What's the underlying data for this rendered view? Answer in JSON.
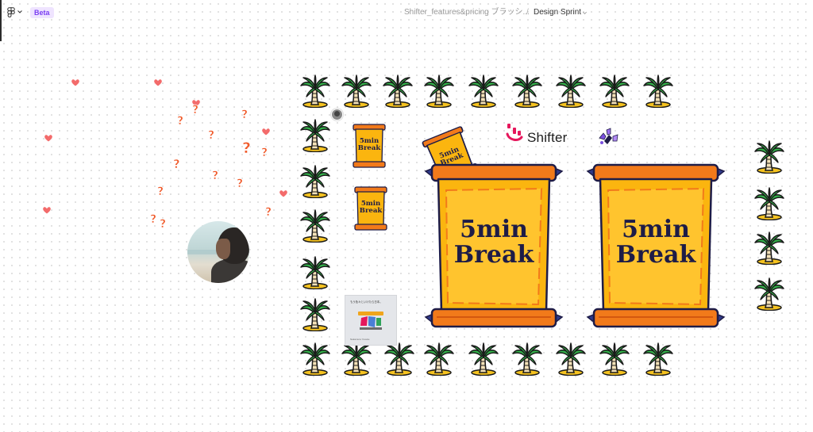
{
  "header": {
    "beta_label": "Beta",
    "file_name": "Shifter_features&pricing ブラッシ...",
    "separator": "/",
    "page_name": "Design Sprint"
  },
  "break_card": {
    "line1": "5min",
    "line2": "Break"
  },
  "brand": {
    "name": "Shifter",
    "color": "#e5175c"
  },
  "note_card": {
    "text": "もう色々といけたら日本。",
    "footer": "Nakamura Yusuke"
  },
  "question_mark": "?",
  "colors": {
    "scroll_orange": "#f27a1a",
    "scroll_yellow": "#fbb50f",
    "scroll_outline": "#1e1c47",
    "palm_green": "#33b24a",
    "heart": "#f36b6b",
    "question": "#f05a2a",
    "beta_bg": "#efe4ff",
    "beta_text": "#7b3ff2"
  },
  "icons": [
    "figma-logo-icon",
    "chevron-down-icon",
    "palm-tree-icon",
    "heart-icon",
    "shifter-logo-icon",
    "sticker-icon"
  ]
}
